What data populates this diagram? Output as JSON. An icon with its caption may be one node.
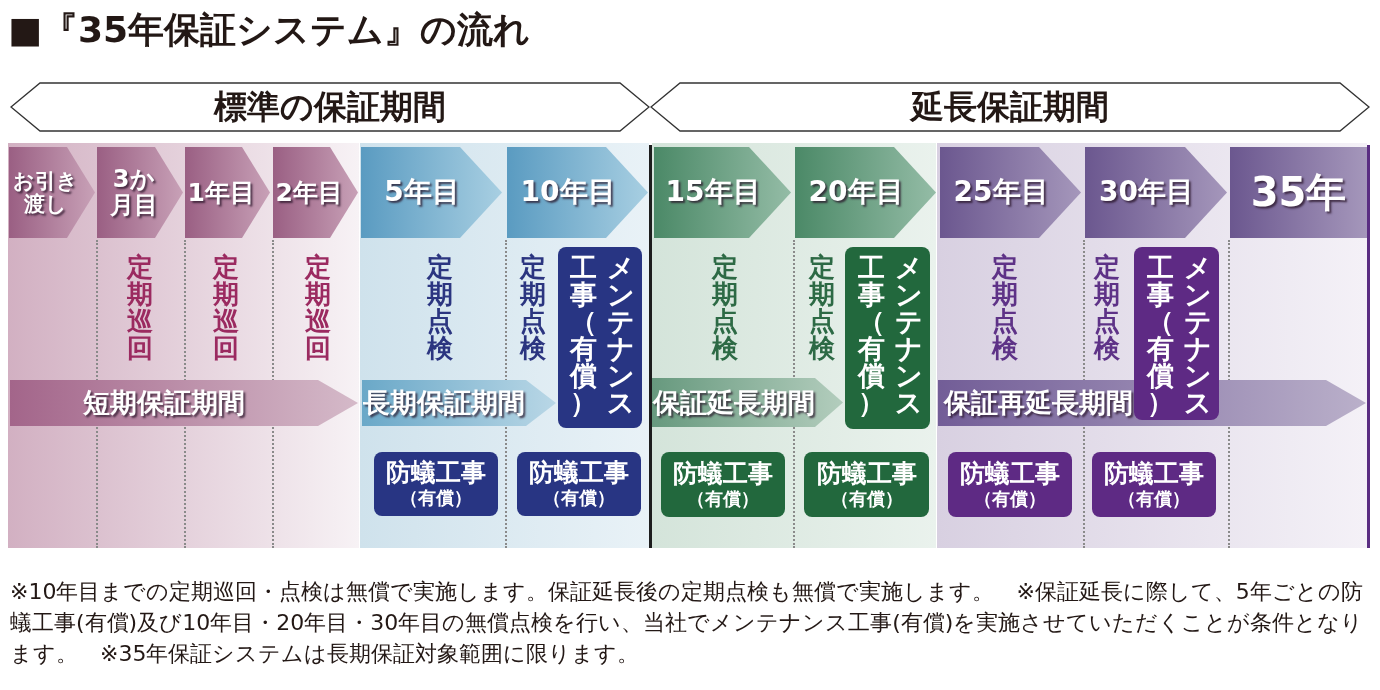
{
  "diagram": {
    "title": "■『35年保証システム』の流れ",
    "nodes": [
      {
        "text": [
          "標準の保証期間"
        ]
      },
      {
        "text": [
          "延長保証期間"
        ]
      },
      {
        "text": [
          "お引き渡し"
        ]
      },
      {
        "text": [
          "3か月目"
        ]
      },
      {
        "text": [
          "1年目"
        ]
      },
      {
        "text": [
          "2年目"
        ]
      },
      {
        "text": [
          "5年目"
        ]
      },
      {
        "text": [
          "10年目"
        ]
      },
      {
        "text": [
          "15年目"
        ]
      },
      {
        "text": [
          "20年目"
        ]
      },
      {
        "text": [
          "25年目"
        ]
      },
      {
        "text": [
          "30年目"
        ]
      },
      {
        "text": [
          "35年"
        ]
      },
      {
        "text": [
          "メンテナンス工事（有償）"
        ]
      },
      {
        "text": [
          "メンテナンス工事（有償）"
        ]
      },
      {
        "text": [
          "メンテナンス工事（有償）"
        ]
      },
      {
        "text": [
          "短期保証期間"
        ]
      },
      {
        "text": [
          "長期保証期間"
        ]
      },
      {
        "text": [
          "保証延長期間"
        ]
      },
      {
        "text": [
          "保証再延長期間"
        ]
      },
      {
        "text": [
          "防蟻工事",
          "（有償）"
        ]
      },
      {
        "text": [
          "防蟻工事",
          "（有償）"
        ]
      },
      {
        "text": [
          "防蟻工事",
          "（有償）"
        ]
      },
      {
        "text": [
          "防蟻工事",
          "（有償）"
        ]
      },
      {
        "text": [
          "防蟻工事",
          "（有償）"
        ]
      },
      {
        "text": [
          "防蟻工事",
          "（有償）"
        ]
      }
    ],
    "labels": [
      "定期巡回",
      "定期巡回",
      "定期巡回",
      "定期点検",
      "定期点検",
      "定期点検",
      "定期点検",
      "定期点検",
      "定期点検"
    ],
    "caption": "※10年目までの定期巡回・点検は無償で実施します。保証延長後の定期点検も無償で実施します。　※保証延長に際して、5年ごとの防蟻工事(有償)及び10年目・20年目・30年目の無償点検を行い、当社でメンテナンス工事(有償)を実施させていただくことが条件となります。　※35年保証システムは長期保証対象範囲に限ります。"
  }
}
